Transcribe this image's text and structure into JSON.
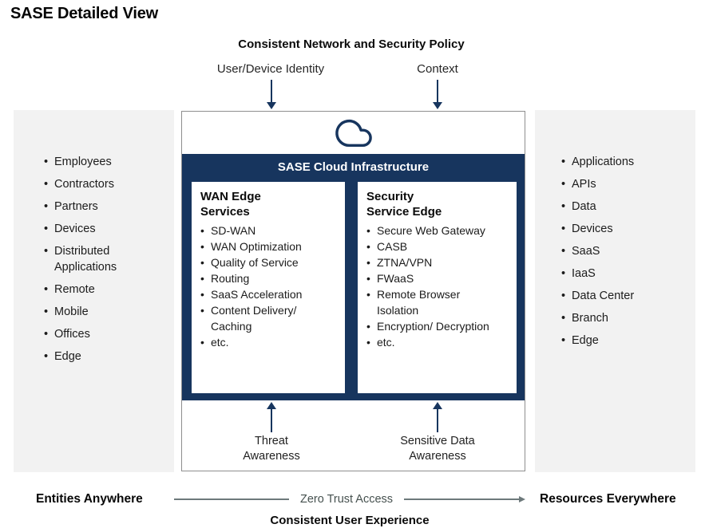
{
  "title": "SASE Detailed View",
  "top": {
    "policy": "Consistent Network and Security Policy",
    "identity": "User/Device Identity",
    "context": "Context"
  },
  "left_panel": {
    "items": [
      "Employees",
      "Contractors",
      "Partners",
      "Devices",
      "Distributed Applications",
      "Remote",
      "Mobile",
      "Offices",
      "Edge"
    ]
  },
  "right_panel": {
    "items": [
      "Applications",
      "APIs",
      "Data",
      "Devices",
      "SaaS",
      "IaaS",
      "Data Center",
      "Branch",
      "Edge"
    ]
  },
  "cloud": {
    "header": "SASE Cloud Infrastructure",
    "icon": "cloud-icon"
  },
  "wan_box": {
    "title_line1": "WAN Edge",
    "title_line2": "Services",
    "items": [
      "SD-WAN",
      "WAN Optimization",
      "Quality of Service",
      "Routing",
      "SaaS Acceleration",
      "Content Delivery/ Caching",
      "etc."
    ]
  },
  "sse_box": {
    "title_line1": "Security",
    "title_line2": "Service Edge",
    "items": [
      "Secure Web Gateway",
      "CASB",
      "ZTNA/VPN",
      "FWaaS",
      "Remote Browser Isolation",
      "Encryption/ Decryption",
      "etc."
    ]
  },
  "bottom_arrows": {
    "threat": "Threat Awareness",
    "sensitive": "Sensitive Data Awareness"
  },
  "footer": {
    "entities": "Entities Anywhere",
    "zero_trust": "Zero Trust Access",
    "resources": "Resources Everywhere",
    "experience": "Consistent User Experience"
  },
  "colors": {
    "navy": "#17355e",
    "panel_gray": "#f2f2f2",
    "box_border": "#8e8e8e",
    "arrow_gray": "#6d797b",
    "text": "#1c1c1c"
  }
}
